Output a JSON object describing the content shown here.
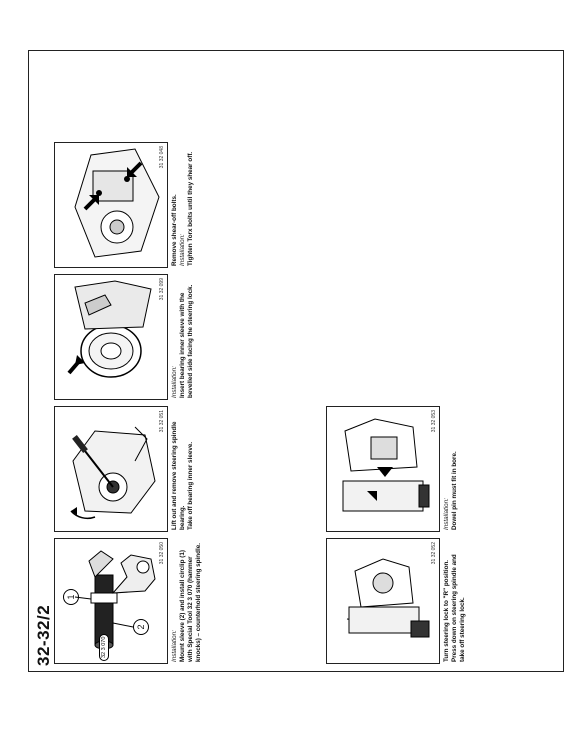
{
  "page": {
    "number": "32-32/2"
  },
  "figures": [
    {
      "code": "31 32 050"
    },
    {
      "code": "31 32 051"
    },
    {
      "code": "31 32 099"
    },
    {
      "code": "31 32 048"
    },
    {
      "code": "31 32 052"
    },
    {
      "code": "31 32 053"
    }
  ],
  "callouts": {
    "one": "1",
    "two": "2",
    "tool": "32 3 070"
  },
  "steps": [
    {
      "label": "Installation:",
      "text": "Mount sleeve (2) and install circlip (1)\nwith Special Tool 32 3 070 (hammer\nknocks) – counterhold steering spindle."
    },
    {
      "label": "",
      "text": "Lift out and remove steering spindle\nbearing.\nTake off bearing inner sleeve."
    },
    {
      "label": "Installation:",
      "text": "Insert bearing inner sleeve with the\nbevelled side facing the steering lock."
    },
    {
      "label": "",
      "text": "Remove shear-off bolts.",
      "label2": "Installation:",
      "text2": "Tighten Torx bolts until they shear off."
    },
    {
      "label": "",
      "text": "Turn steering lock to \"R\" position.\nPress down on steering spindle and\ntake off steering lock."
    },
    {
      "label": "Installation:",
      "text": "Dowel pin must fit in bore."
    }
  ]
}
